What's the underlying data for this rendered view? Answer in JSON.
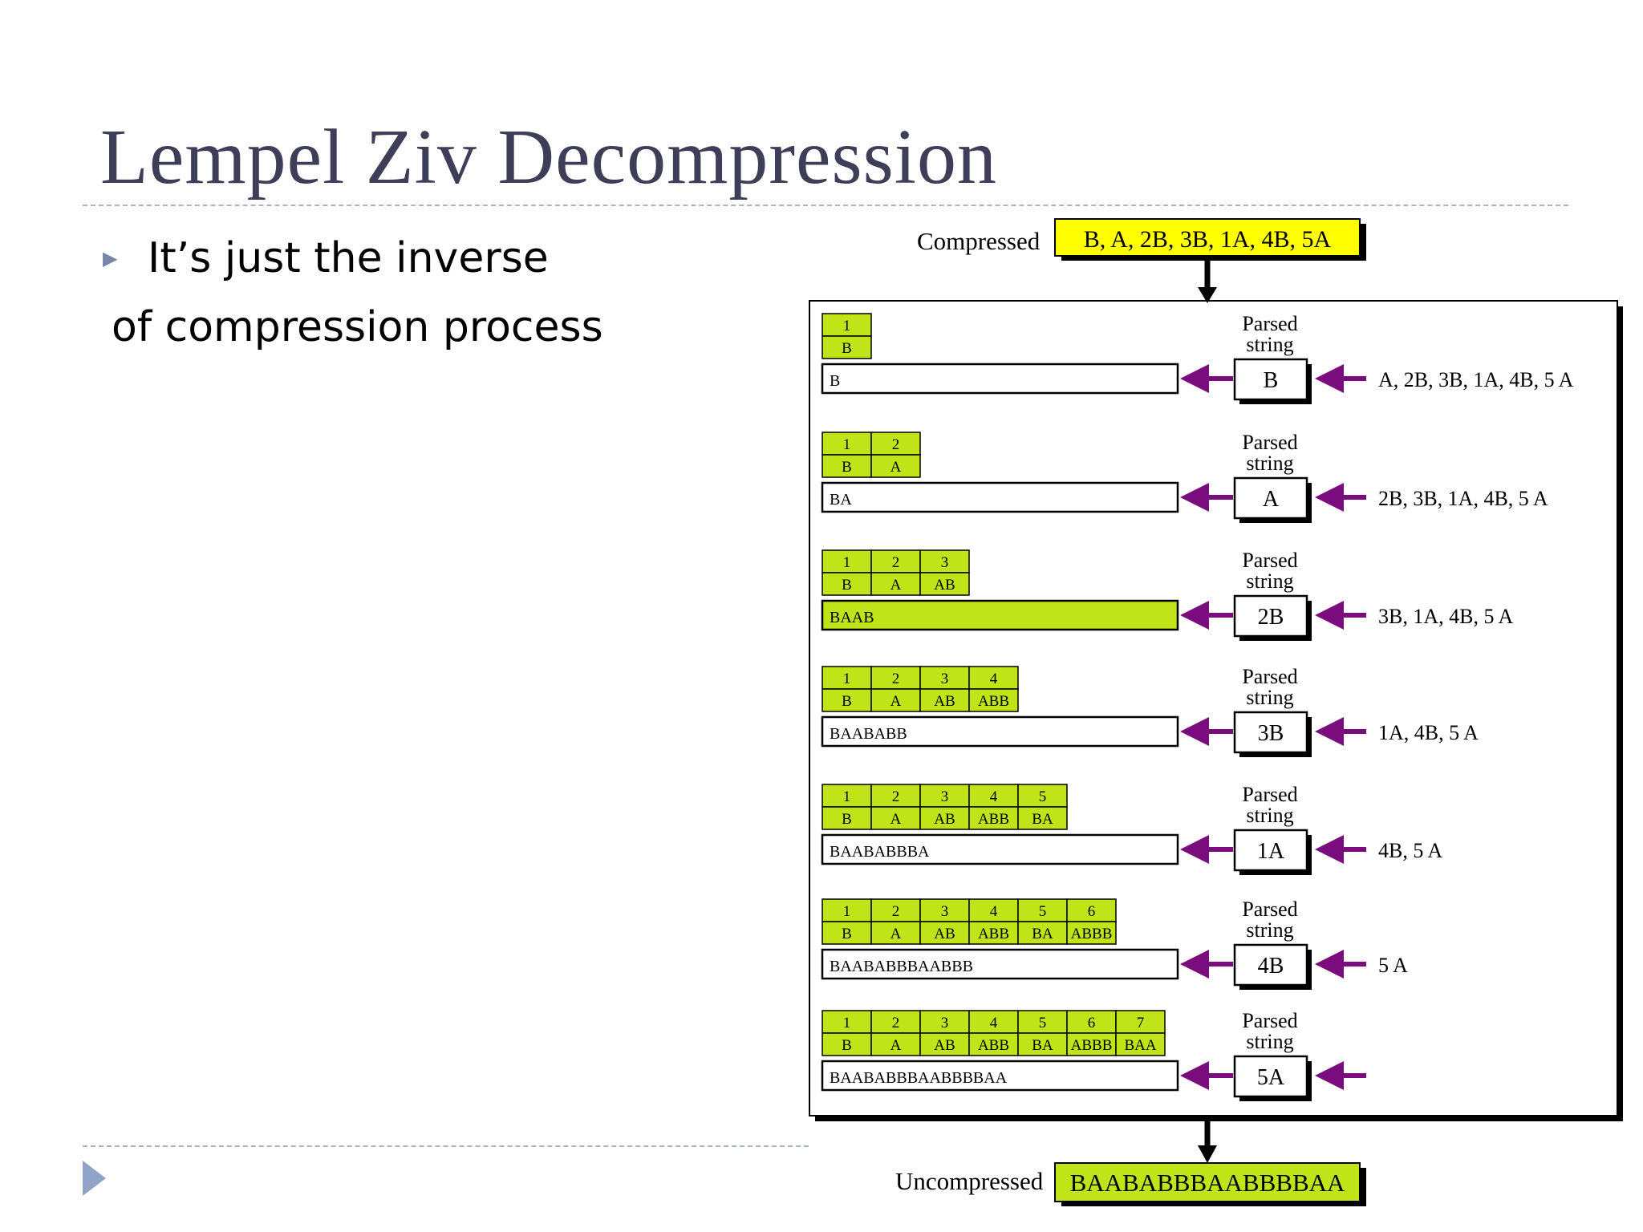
{
  "slide": {
    "title": "Lempel Ziv Decompression",
    "bullet_line1": "It’s just the inverse",
    "bullet_line2": "of compression process"
  },
  "diagram": {
    "compressed_label": "Compressed",
    "compressed_value": "B, A, 2B, 3B, 1A, 4B, 5A",
    "uncompressed_label": "Uncompressed",
    "uncompressed_value": "BAABABBBAABBBBAA",
    "parsed_label_line1": "Parsed",
    "parsed_label_line2": "string",
    "colors": {
      "yellow": "#ffff00",
      "green": "#c0e418",
      "arrow": "#7b0c7e"
    },
    "steps": [
      {
        "dict": [
          [
            "1",
            "B"
          ]
        ],
        "output": "B",
        "parsed": "B",
        "remaining": "A, 2B, 3B, 1A, 4B, 5 A",
        "highlight": false
      },
      {
        "dict": [
          [
            "1",
            "B"
          ],
          [
            "2",
            "A"
          ]
        ],
        "output": "BA",
        "parsed": "A",
        "remaining": "2B, 3B, 1A, 4B, 5 A",
        "highlight": false
      },
      {
        "dict": [
          [
            "1",
            "B"
          ],
          [
            "2",
            "A"
          ],
          [
            "3",
            "AB"
          ]
        ],
        "output": "BAAB",
        "parsed": "2B",
        "remaining": "3B, 1A, 4B, 5 A",
        "highlight": true
      },
      {
        "dict": [
          [
            "1",
            "B"
          ],
          [
            "2",
            "A"
          ],
          [
            "3",
            "AB"
          ],
          [
            "4",
            "ABB"
          ]
        ],
        "output": "BAABABB",
        "parsed": "3B",
        "remaining": "1A, 4B, 5 A",
        "highlight": false
      },
      {
        "dict": [
          [
            "1",
            "B"
          ],
          [
            "2",
            "A"
          ],
          [
            "3",
            "AB"
          ],
          [
            "4",
            "ABB"
          ],
          [
            "5",
            "BA"
          ]
        ],
        "output": "BAABABBBA",
        "parsed": "1A",
        "remaining": "4B, 5 A",
        "highlight": false
      },
      {
        "dict": [
          [
            "1",
            "B"
          ],
          [
            "2",
            "A"
          ],
          [
            "3",
            "AB"
          ],
          [
            "4",
            "ABB"
          ],
          [
            "5",
            "BA"
          ],
          [
            "6",
            "ABBB"
          ]
        ],
        "output": "BAABABBBAABBB",
        "parsed": "4B",
        "remaining": "5 A",
        "highlight": false
      },
      {
        "dict": [
          [
            "1",
            "B"
          ],
          [
            "2",
            "A"
          ],
          [
            "3",
            "AB"
          ],
          [
            "4",
            "ABB"
          ],
          [
            "5",
            "BA"
          ],
          [
            "6",
            "ABBB"
          ],
          [
            "7",
            "BAA"
          ]
        ],
        "output": "BAABABBBAABBBBAA",
        "parsed": "5A",
        "remaining": "",
        "highlight": false
      }
    ]
  }
}
